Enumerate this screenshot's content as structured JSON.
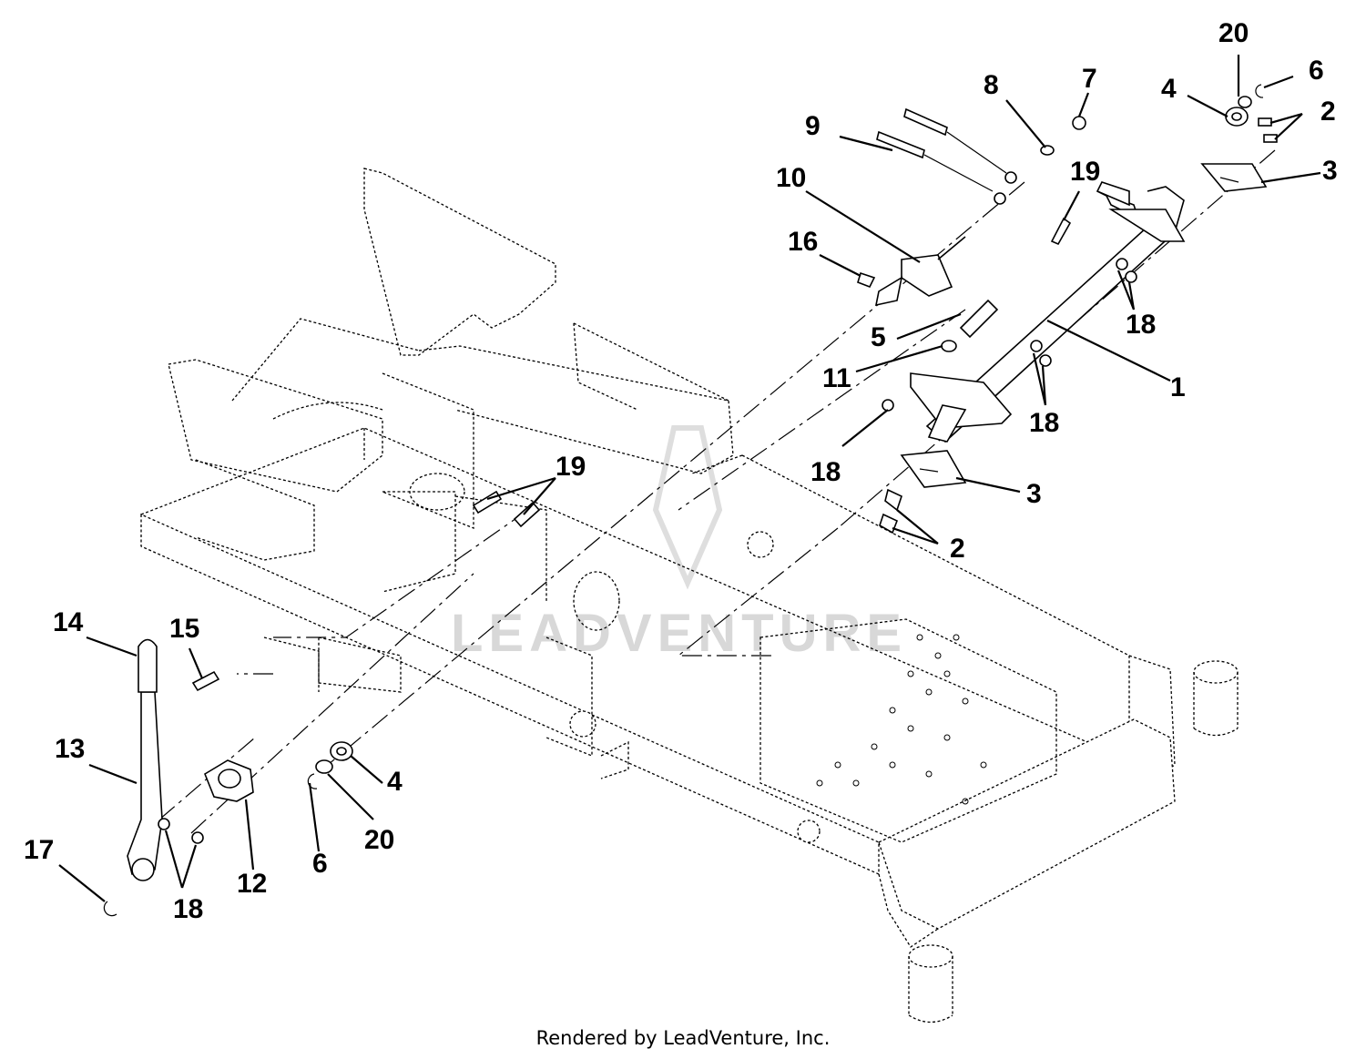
{
  "diagram": {
    "callouts": [
      {
        "id": "c1",
        "label": "1"
      },
      {
        "id": "c2a",
        "label": "2"
      },
      {
        "id": "c2b",
        "label": "2"
      },
      {
        "id": "c3a",
        "label": "3"
      },
      {
        "id": "c3b",
        "label": "3"
      },
      {
        "id": "c4a",
        "label": "4"
      },
      {
        "id": "c4b",
        "label": "4"
      },
      {
        "id": "c5",
        "label": "5"
      },
      {
        "id": "c6a",
        "label": "6"
      },
      {
        "id": "c6b",
        "label": "6"
      },
      {
        "id": "c7",
        "label": "7"
      },
      {
        "id": "c8",
        "label": "8"
      },
      {
        "id": "c9",
        "label": "9"
      },
      {
        "id": "c10",
        "label": "10"
      },
      {
        "id": "c11",
        "label": "11"
      },
      {
        "id": "c12",
        "label": "12"
      },
      {
        "id": "c13",
        "label": "13"
      },
      {
        "id": "c14",
        "label": "14"
      },
      {
        "id": "c15",
        "label": "15"
      },
      {
        "id": "c16",
        "label": "16"
      },
      {
        "id": "c17",
        "label": "17"
      },
      {
        "id": "c18a",
        "label": "18"
      },
      {
        "id": "c18b",
        "label": "18"
      },
      {
        "id": "c18c",
        "label": "18"
      },
      {
        "id": "c18d",
        "label": "18"
      },
      {
        "id": "c19a",
        "label": "19"
      },
      {
        "id": "c19b",
        "label": "19"
      },
      {
        "id": "c20a",
        "label": "20"
      },
      {
        "id": "c20b",
        "label": "20"
      }
    ]
  },
  "watermark": "LEADVENTURE",
  "footer": "Rendered by LeadVenture, Inc."
}
